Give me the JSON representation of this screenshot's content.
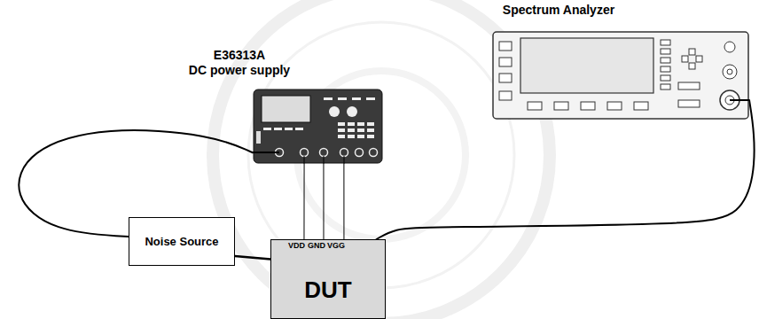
{
  "diagram": {
    "nodes": [
      {
        "text": [
          "Spectrum Analyzer"
        ]
      },
      {
        "text": [
          "E36313A",
          "DC power supply"
        ]
      },
      {
        "text": [
          "Noise Source"
        ]
      },
      {
        "text": [
          "DUT"
        ]
      }
    ],
    "edges": [
      {
        "from": 1,
        "to": 2,
        "arrow": "none"
      },
      {
        "from": 2,
        "to": 3,
        "arrow": "none"
      },
      {
        "from": 1,
        "to": 3,
        "arrow": "none"
      },
      {
        "from": 1,
        "to": 3,
        "arrow": "none"
      },
      {
        "from": 1,
        "to": 3,
        "arrow": "none"
      },
      {
        "from": 3,
        "to": 0,
        "arrow": "none"
      }
    ],
    "labels": [
      "VDD",
      "GND",
      "VGG"
    ]
  }
}
